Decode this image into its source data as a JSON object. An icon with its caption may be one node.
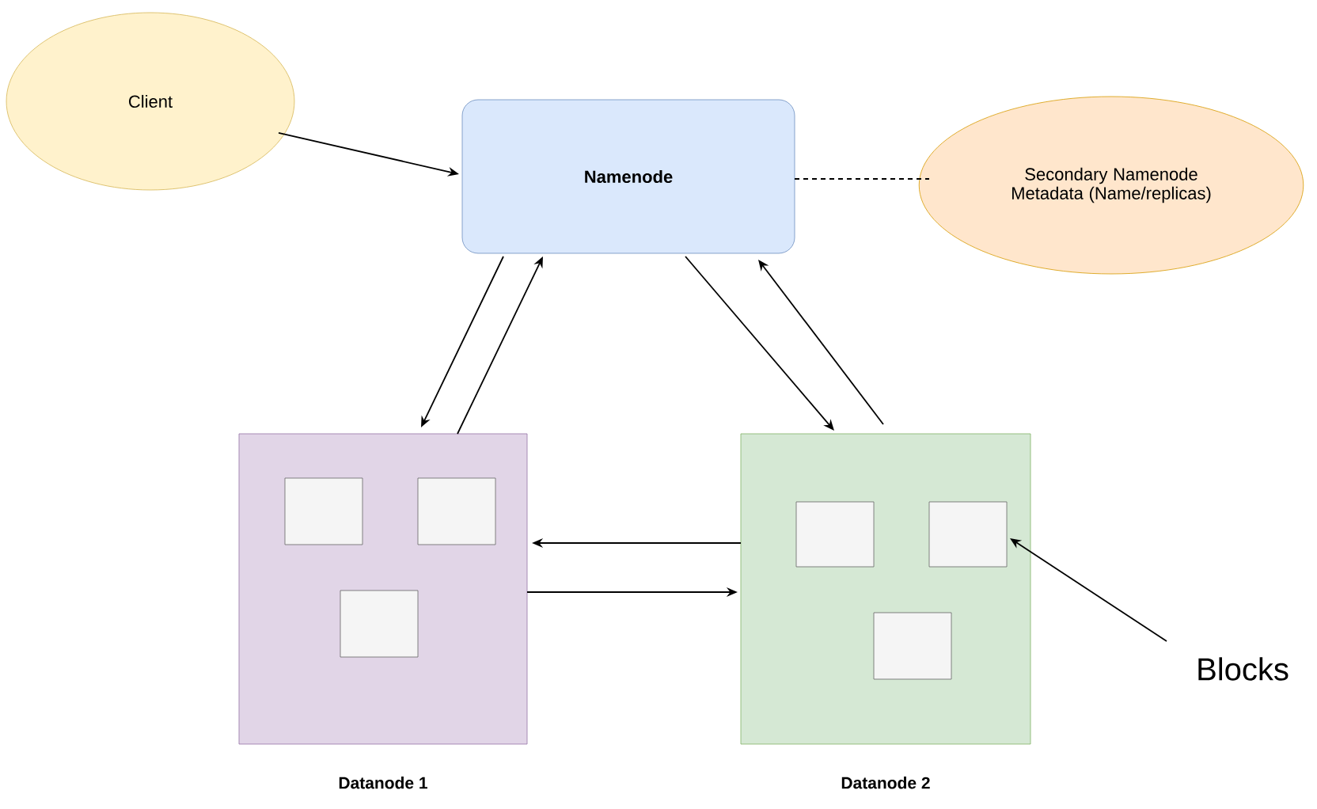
{
  "diagram": {
    "nodes": [
      {
        "text": [
          "Client"
        ]
      },
      {
        "text": [
          "Namenode"
        ]
      },
      {
        "text": [
          "Secondary Namenode Metadata (Name/replicas)"
        ]
      },
      {
        "text": [
          "Datanode 1"
        ]
      },
      {
        "text": [],
        "shape": "box",
        "in": 3
      },
      {
        "text": [],
        "shape": "box",
        "in": 3
      },
      {
        "text": [],
        "shape": "box",
        "in": 3
      },
      {
        "text": [
          "Datanode 2"
        ]
      },
      {
        "text": [],
        "shape": "box",
        "in": 7
      },
      {
        "text": [],
        "shape": "box",
        "in": 7
      },
      {
        "text": [],
        "shape": "box",
        "in": 7
      },
      {
        "text": [
          "Blocks"
        ]
      }
    ],
    "edges": [
      {
        "from": 0,
        "to": 1,
        "arrow": "to"
      },
      {
        "from": 1,
        "to": 2,
        "arrow": "none",
        "style": "dashed"
      },
      {
        "from": 1,
        "to": 3,
        "arrow": "to"
      },
      {
        "from": 3,
        "to": 1,
        "arrow": "to"
      },
      {
        "from": 1,
        "to": 7,
        "arrow": "to"
      },
      {
        "from": 7,
        "to": 1,
        "arrow": "to"
      },
      {
        "from": 7,
        "to": 3,
        "arrow": "to"
      },
      {
        "from": 3,
        "to": 7,
        "arrow": "to"
      },
      {
        "from": 11,
        "to": 9,
        "arrow": "to"
      }
    ]
  }
}
